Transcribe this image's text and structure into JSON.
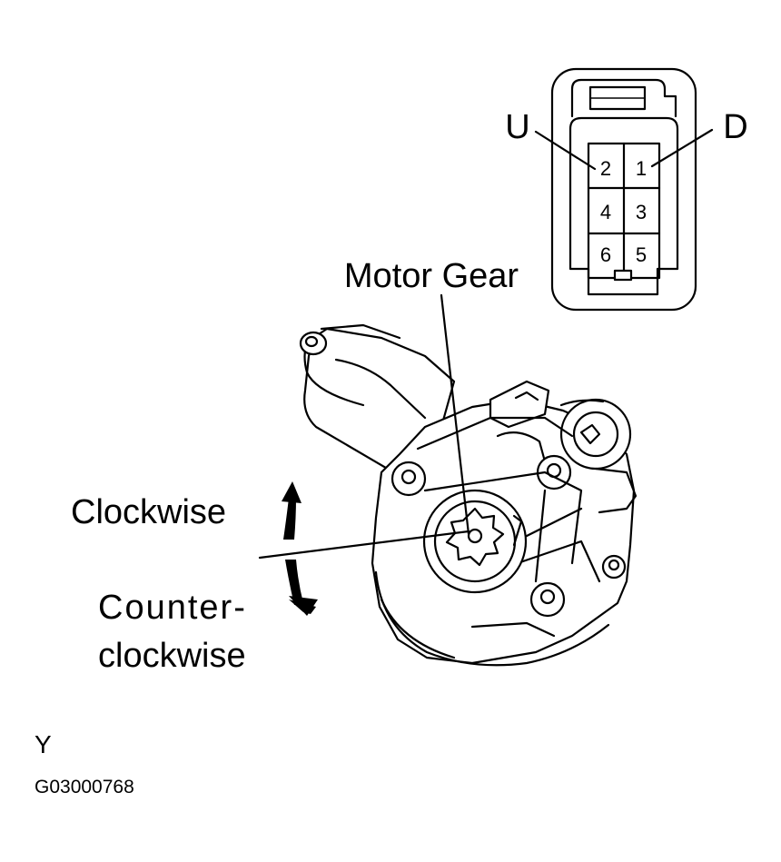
{
  "connector": {
    "label_left": "U",
    "label_right": "D",
    "pins": [
      "2",
      "1",
      "4",
      "3",
      "6",
      "5"
    ]
  },
  "labels": {
    "motor_gear": "Motor Gear",
    "clockwise": "Clockwise",
    "counter_line1": "Counter-",
    "counter_line2": "clockwise"
  },
  "footer": {
    "view_letter": "Y",
    "figure_code": "G03000768"
  }
}
